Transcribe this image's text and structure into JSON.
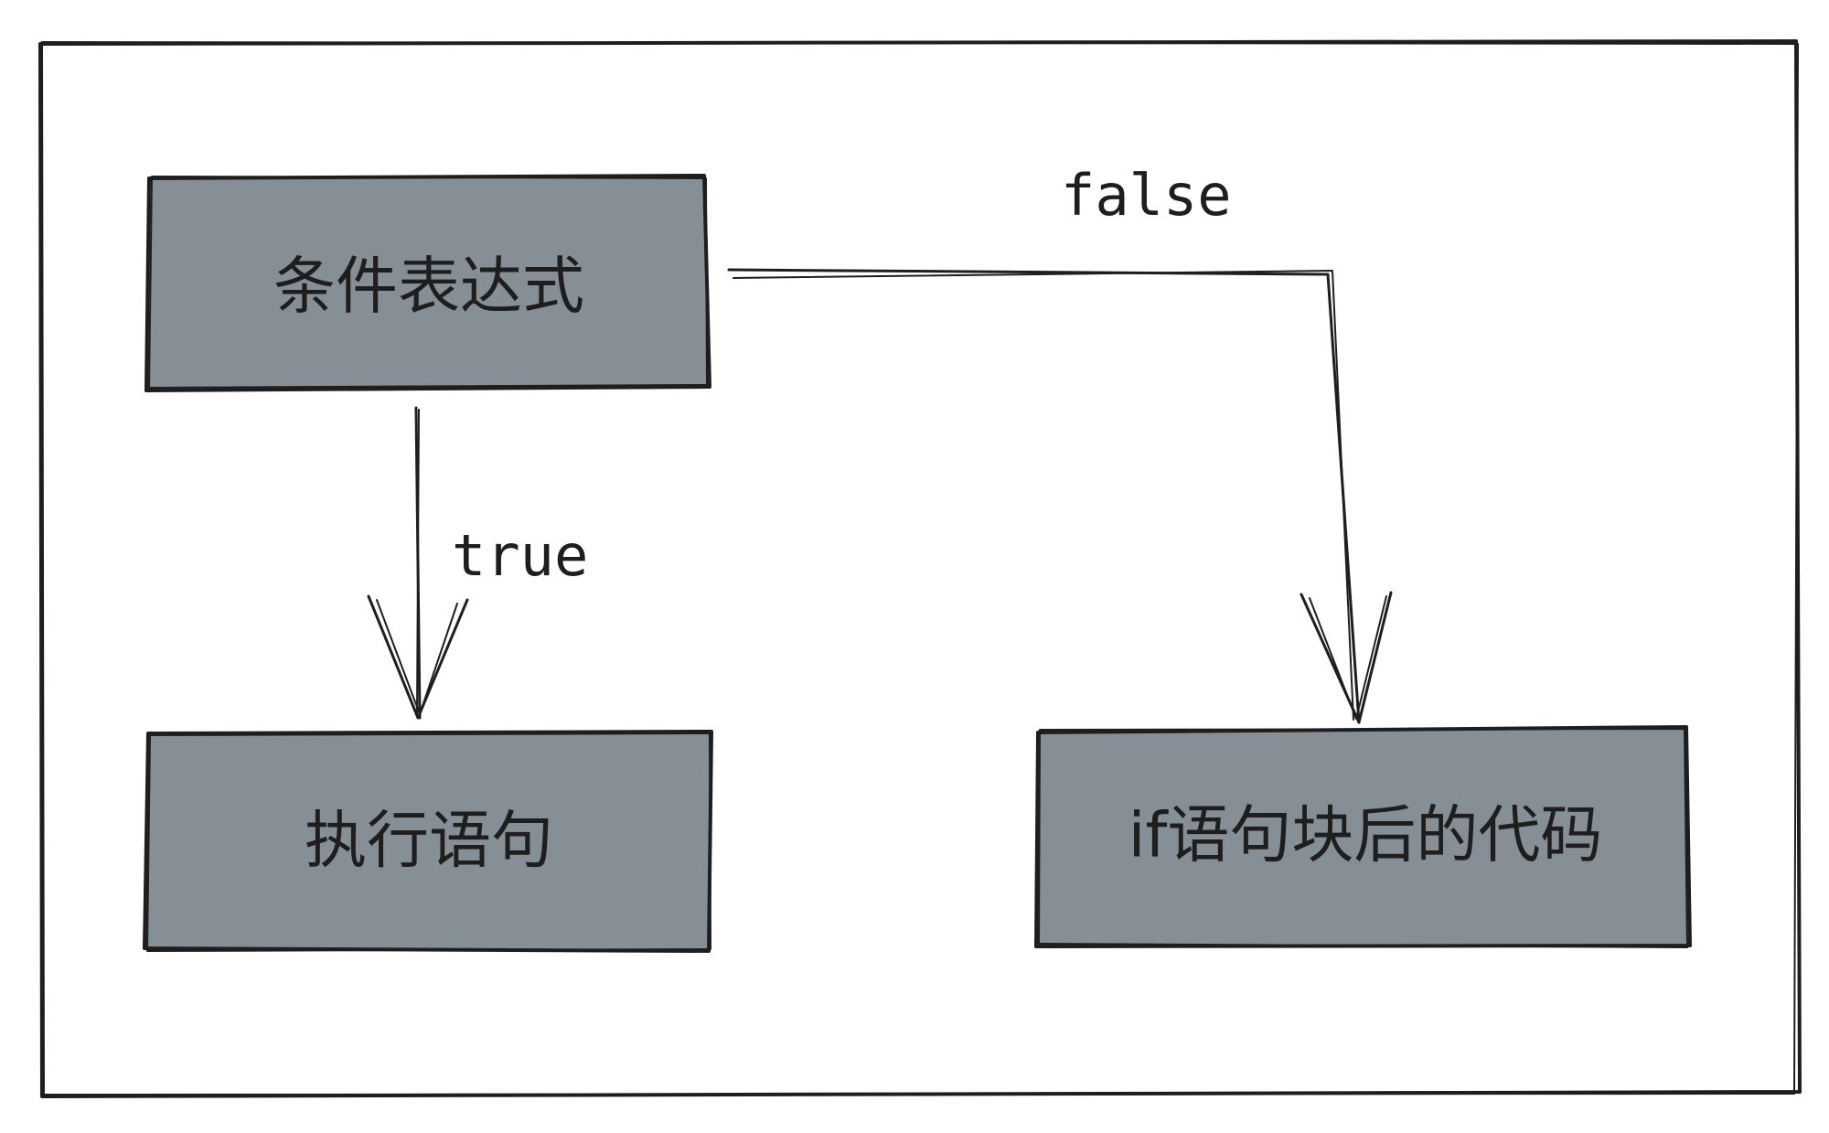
{
  "diagram": {
    "nodes": {
      "condition": {
        "label": "条件表达式"
      },
      "execute": {
        "label": "执行语句"
      },
      "after_if": {
        "label": "if语句块后的代码"
      }
    },
    "edges": {
      "true_edge": {
        "from": "condition",
        "to": "execute",
        "label": "true"
      },
      "false_edge": {
        "from": "condition",
        "to": "after_if",
        "label": "false"
      }
    },
    "colors": {
      "node_fill": "#868e96",
      "stroke": "#1e1e1e",
      "background": "#ffffff"
    }
  }
}
